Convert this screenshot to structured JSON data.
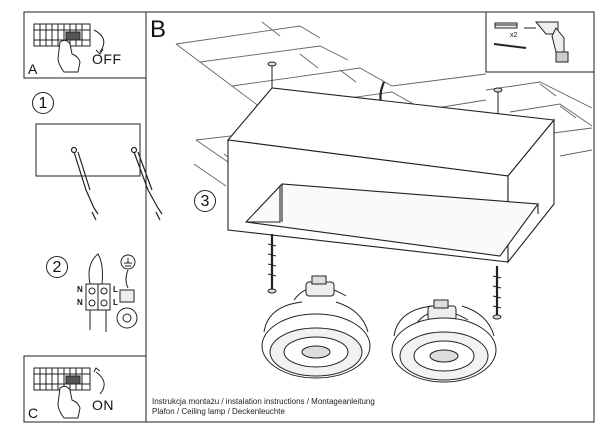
{
  "panels": {
    "a": {
      "letter": "A",
      "action": "OFF"
    },
    "b": {
      "letter": "B"
    },
    "c": {
      "letter": "C",
      "action": "ON"
    }
  },
  "steps": [
    "1",
    "2",
    "3"
  ],
  "terminal": {
    "top_left": "N",
    "top_right": "L",
    "bottom_left": "N",
    "bottom_right": "L"
  },
  "tools": {
    "quantity": "x2"
  },
  "caption": {
    "line1": "Instrukcja montażu / instalation instructions / Montageanleitung",
    "line2": "Plafon / Ceiling lamp / Deckenleuchte"
  }
}
